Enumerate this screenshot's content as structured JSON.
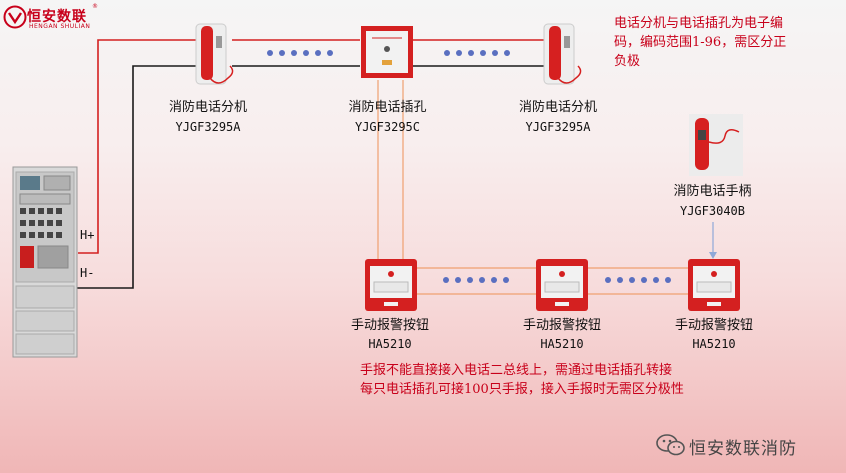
{
  "logo": {
    "name": "恒安数联",
    "subtitle": "HENGAN SHULIAN",
    "registered_mark": "®"
  },
  "devices": {
    "phone_extension_left": {
      "name": "消防电话分机",
      "model": "YJGF3295A"
    },
    "phone_jack": {
      "name": "消防电话插孔",
      "model": "YJGF3295C"
    },
    "phone_extension_right": {
      "name": "消防电话分机",
      "model": "YJGF3295A"
    },
    "phone_handset": {
      "name": "消防电话手柄",
      "model": "YJGF3040B"
    },
    "alarm_button_left": {
      "name": "手动报警按钮",
      "model": "HA5210"
    },
    "alarm_button_mid": {
      "name": "手动报警按钮",
      "model": "HA5210"
    },
    "alarm_button_right": {
      "name": "手动报警按钮",
      "model": "HA5210"
    }
  },
  "wires": {
    "h_plus": "H+",
    "h_minus": "H-"
  },
  "notes": {
    "top_right": [
      "电话分机与电话插孔为电子编",
      "码，编码范围1-96，需区分正",
      "负极"
    ],
    "bottom": [
      "手报不能直接接入电话二总线上，需通过电话插孔转接",
      "每只电话插孔可接100只手报，接入手报时无需区分极性"
    ]
  },
  "watermark": {
    "text": "恒安数联消防",
    "icon": "wechat-icon"
  },
  "colors": {
    "wire_red": "#d42020",
    "wire_black": "#1a1a1a",
    "wire_orange": "#f0a070",
    "wire_blue": "#8fa8d8",
    "note_red": "#c8001a",
    "dot_blue": "#5a6fc0"
  }
}
